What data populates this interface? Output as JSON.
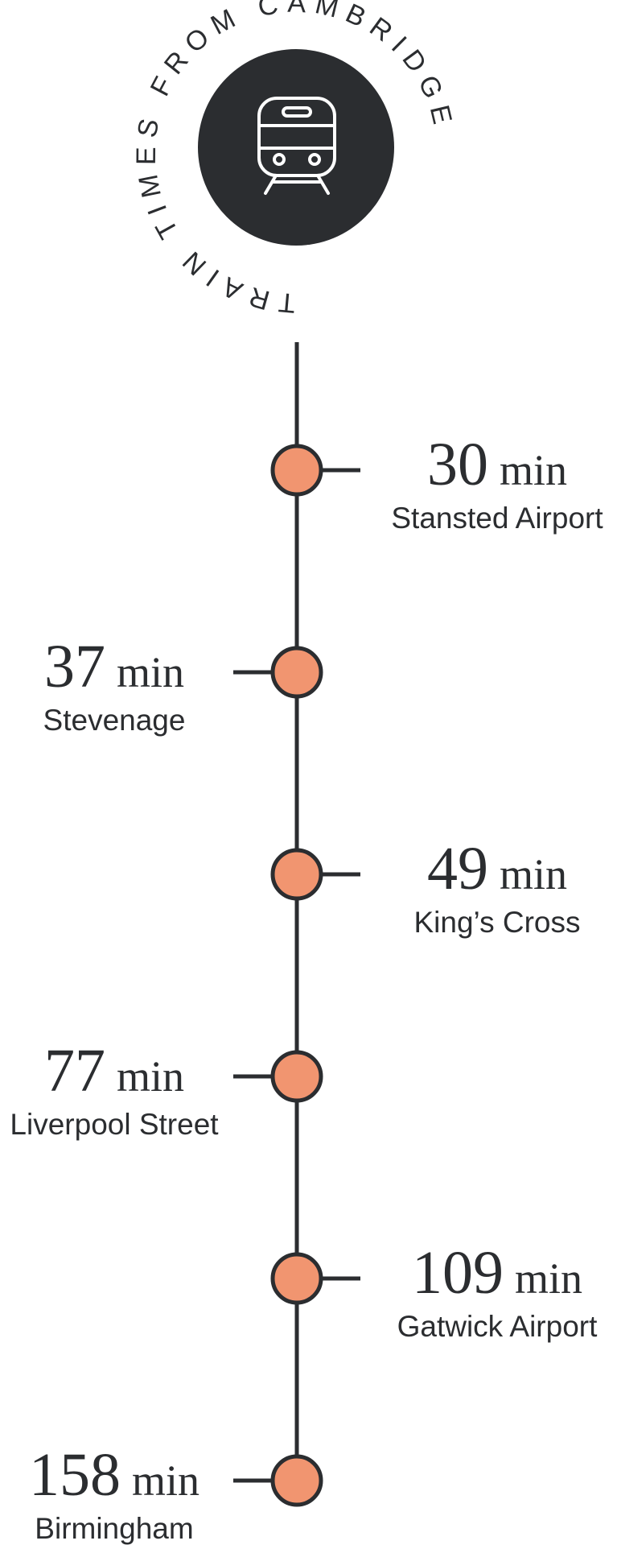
{
  "header": {
    "title": "TRAIN TIMES FROM CAMBRIDGE",
    "icon": "train-icon"
  },
  "colors": {
    "line": "#2b2d30",
    "dot": "#f19570",
    "badge": "#2b2d30",
    "text": "#2b2d30"
  },
  "stops": [
    {
      "time": "30",
      "unit": "min",
      "station": "Stansted Airport",
      "side": "right"
    },
    {
      "time": "37",
      "unit": "min",
      "station": "Stevenage",
      "side": "left"
    },
    {
      "time": "49",
      "unit": "min",
      "station": "King’s Cross",
      "side": "right"
    },
    {
      "time": "77",
      "unit": "min",
      "station": "Liverpool Street",
      "side": "left"
    },
    {
      "time": "109",
      "unit": "min",
      "station": "Gatwick Airport",
      "side": "right"
    },
    {
      "time": "158",
      "unit": "min",
      "station": "Birmingham",
      "side": "left"
    }
  ]
}
